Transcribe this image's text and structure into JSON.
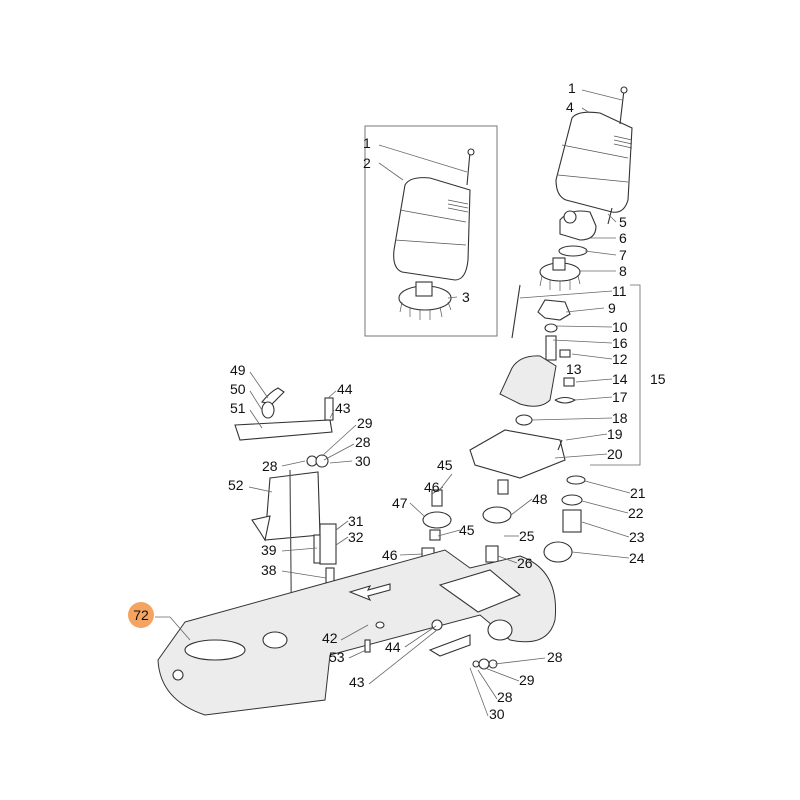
{
  "title": "Exploded parts diagram",
  "highlight_color": "#f4a460",
  "highlighted_part": "72",
  "labels": {
    "a1": "1",
    "a4": "4",
    "a5": "5",
    "a6": "6",
    "a7": "7",
    "a8": "8",
    "a11": "11",
    "a9": "9",
    "a10": "10",
    "a16": "16",
    "a12": "12",
    "a13": "13",
    "a14": "14",
    "a15": "15",
    "a17": "17",
    "a18": "18",
    "a19": "19",
    "a20": "20",
    "a21": "21",
    "a22": "22",
    "a23": "23",
    "a24": "24",
    "a25": "25",
    "a26": "26",
    "a48": "48",
    "a45": "45",
    "a46": "46",
    "a47": "47",
    "a45b": "45",
    "a46b": "46",
    "b1": "1",
    "b2": "2",
    "b3": "3",
    "c49": "49",
    "c50": "50",
    "c51": "51",
    "c44": "44",
    "c43": "43",
    "c29": "29",
    "c28": "28",
    "c28b": "28",
    "c30": "30",
    "c52": "52",
    "c31": "31",
    "c32": "32",
    "c39": "39",
    "c38": "38",
    "d72": "72",
    "d42": "42",
    "d53": "53",
    "d44": "44",
    "d43": "43",
    "d28": "28",
    "d29": "29",
    "d28b": "28",
    "d30": "30"
  }
}
